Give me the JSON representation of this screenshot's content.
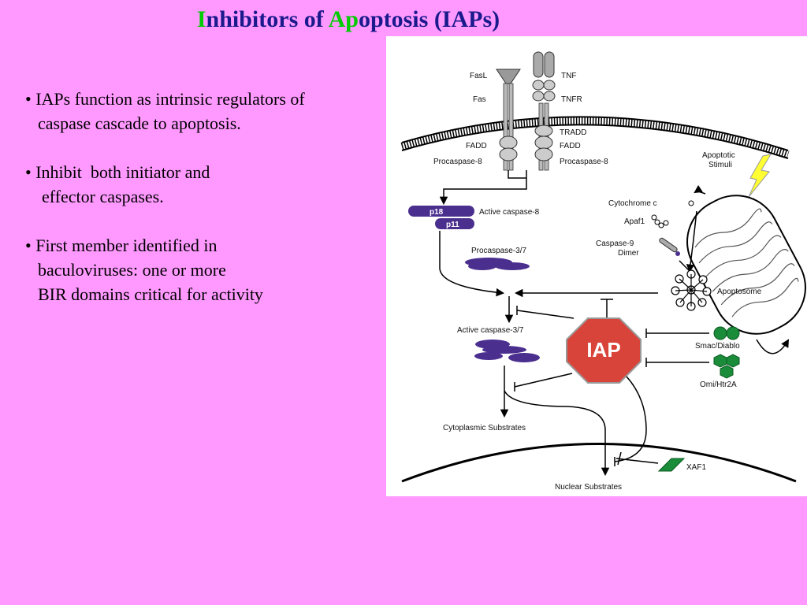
{
  "title": {
    "part1": "I",
    "part2": "nhibitors of ",
    "part3": "Ap",
    "part4": "optosis (IAPs)"
  },
  "bullets": [
    {
      "line1": "• IAPs function as intrinsic regulators of",
      "line2": "caspase cascade to apoptosis."
    },
    {
      "line1": "• Inhibit  both initiator and",
      "line2": "effector caspases."
    },
    {
      "line1": "• First member identified in",
      "line2": "baculoviruses: one or more",
      "line3": "BIR domains critical for activity"
    }
  ],
  "diagram": {
    "fasl": "FasL",
    "fas": "Fas",
    "tnf": "TNF",
    "tnfr": "TNFR",
    "tradd": "TRADD",
    "fadd_left": "FADD",
    "fadd_right": "FADD",
    "procaspase8_left": "Procaspase-8",
    "procaspase8_right": "Procaspase-8",
    "apoptotic_stimuli_1": "Apoptotic",
    "apoptotic_stimuli_2": "Stimuli",
    "p18": "p18",
    "p11": "p11",
    "active_caspase8": "Active caspase-8",
    "cytochrome_c": "Cytochrome c",
    "apaf1": "Apaf1",
    "caspase9_1": "Caspase-9",
    "caspase9_2": "Dimer",
    "procaspase37": "Procaspase-3/7",
    "apoptosome": "Apoptosome",
    "active_caspase37": "Active caspase-3/7",
    "iap": "IAP",
    "smac": "Smac/Diablo",
    "omi": "Omi/Htr2A",
    "cyto_substrates": "Cytoplasmic Substrates",
    "xaf1": "XAF1",
    "nuclear_substrates": "Nuclear Substrates"
  },
  "colors": {
    "background": "#ff99ff",
    "title": "#1a1a8c",
    "title_accent": "#00cc00",
    "caspase": "#4b2f8f",
    "iap": "#d9443a",
    "smac": "#1a8c3a"
  }
}
